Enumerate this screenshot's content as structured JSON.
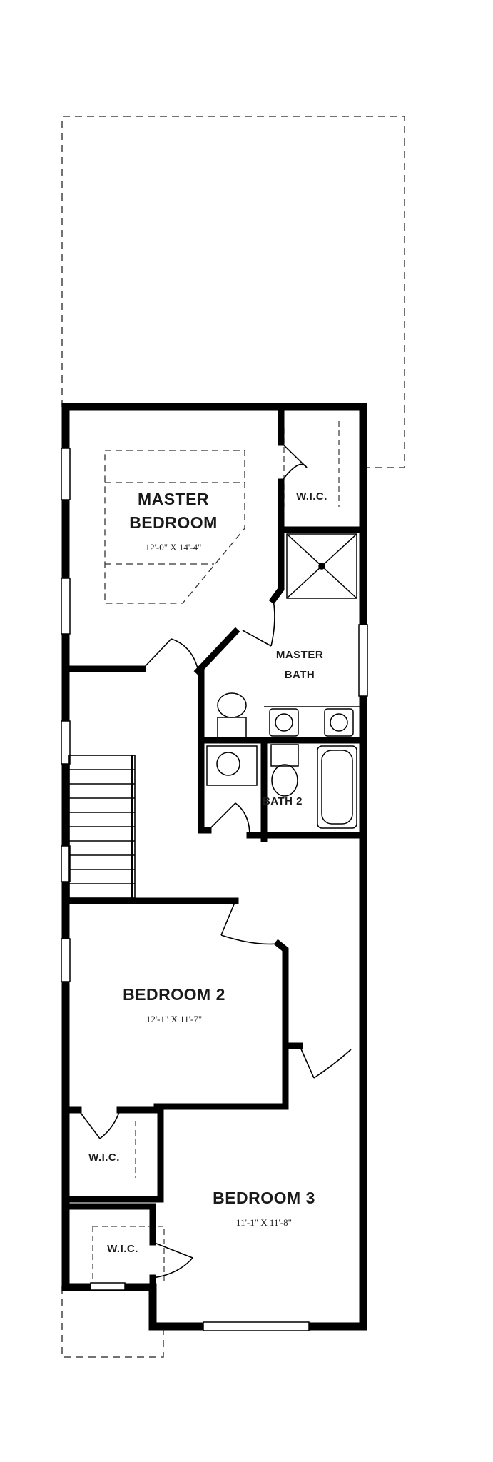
{
  "rooms": {
    "master_bedroom": {
      "line1": "MASTER",
      "line2": "BEDROOM",
      "dims": "12'-0\" X 14'-4\""
    },
    "master_wic": {
      "label": "W.I.C."
    },
    "master_bath": {
      "line1": "MASTER",
      "line2": "BATH"
    },
    "bath2": {
      "label": "BATH 2"
    },
    "bedroom2": {
      "label": "BEDROOM 2",
      "dims": "12'-1\" X 11'-7\""
    },
    "bedroom2_wic": {
      "label": "W.I.C."
    },
    "bedroom3": {
      "label": "BEDROOM 3",
      "dims": "11'-1\" X 11'-8\""
    },
    "bedroom3_wic": {
      "label": "W.I.C."
    }
  },
  "colors": {
    "wall": "#000000",
    "dashed": "#444444",
    "background": "#ffffff"
  }
}
